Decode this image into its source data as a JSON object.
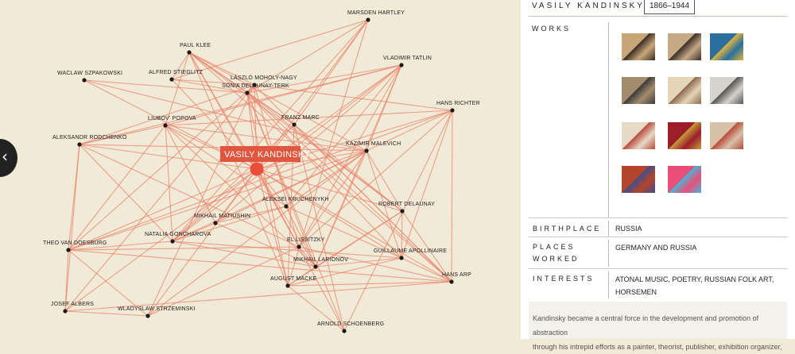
{
  "network": {
    "focus": "VASILY KANDINSKY",
    "nodes": [
      {
        "id": "marsden_hartley",
        "label": "MARSDEN HARTLEY"
      },
      {
        "id": "paul_klee",
        "label": "PAUL KLEE"
      },
      {
        "id": "moholy_nagy",
        "label": "LÁSZLÓ MOHOLY-NAGY"
      },
      {
        "id": "tatlin",
        "label": "VLADIMIR TATLIN"
      },
      {
        "id": "szpakowski",
        "label": "WACLAW SZPAKOWSKI"
      },
      {
        "id": "stieglitz",
        "label": "ALFRED STIEGLITZ"
      },
      {
        "id": "delaunay_terk",
        "label": "SONIA DELAUNAY-TERK"
      },
      {
        "id": "hans_richter",
        "label": "HANS RICHTER"
      },
      {
        "id": "popova",
        "label": "LIUBOV' POPOVA"
      },
      {
        "id": "franz_marc",
        "label": "FRANZ MARC"
      },
      {
        "id": "rodchenko",
        "label": "ALEKSANDR RODCHENKO"
      },
      {
        "id": "malevich",
        "label": "KAZIMIR MALEVICH"
      },
      {
        "id": "kruchenykh",
        "label": "ALEKSEI KRUCHENYKH"
      },
      {
        "id": "robert_delaunay",
        "label": "ROBERT DELAUNAY"
      },
      {
        "id": "matiushin",
        "label": "MIKHAIL MATIUSHIN"
      },
      {
        "id": "goncharova",
        "label": "NATALIA GONCHAROVA"
      },
      {
        "id": "van_doesburg",
        "label": "THEO VAN DOESBURG"
      },
      {
        "id": "lissitzky",
        "label": "EL LISSITZKY"
      },
      {
        "id": "apollinaire",
        "label": "GUILLAUME APOLLINAIRE"
      },
      {
        "id": "larionov",
        "label": "MIKHAIL LARIONOV"
      },
      {
        "id": "hans_arp",
        "label": "HANS ARP"
      },
      {
        "id": "august_macke",
        "label": "AUGUST MACKE"
      },
      {
        "id": "josef_albers",
        "label": "JOSEF ALBERS"
      },
      {
        "id": "strzeminski",
        "label": "WLADYSLAW STRZEMINSKI"
      },
      {
        "id": "schoenberg",
        "label": "ARNOLD SCHOENBERG"
      }
    ],
    "edges": [
      [
        "kandinsky",
        "marsden_hartley"
      ],
      [
        "kandinsky",
        "paul_klee"
      ],
      [
        "kandinsky",
        "moholy_nagy"
      ],
      [
        "kandinsky",
        "tatlin"
      ],
      [
        "kandinsky",
        "szpakowski"
      ],
      [
        "kandinsky",
        "stieglitz"
      ],
      [
        "kandinsky",
        "delaunay_terk"
      ],
      [
        "kandinsky",
        "hans_richter"
      ],
      [
        "kandinsky",
        "popova"
      ],
      [
        "kandinsky",
        "franz_marc"
      ],
      [
        "kandinsky",
        "rodchenko"
      ],
      [
        "kandinsky",
        "malevich"
      ],
      [
        "kandinsky",
        "kruchenykh"
      ],
      [
        "kandinsky",
        "robert_delaunay"
      ],
      [
        "kandinsky",
        "matiushin"
      ],
      [
        "kandinsky",
        "goncharova"
      ],
      [
        "kandinsky",
        "van_doesburg"
      ],
      [
        "kandinsky",
        "lissitzky"
      ],
      [
        "kandinsky",
        "apollinaire"
      ],
      [
        "kandinsky",
        "larionov"
      ],
      [
        "kandinsky",
        "hans_arp"
      ],
      [
        "kandinsky",
        "august_macke"
      ],
      [
        "kandinsky",
        "josef_albers"
      ],
      [
        "kandinsky",
        "strzeminski"
      ],
      [
        "kandinsky",
        "schoenberg"
      ],
      [
        "paul_klee",
        "delaunay_terk"
      ],
      [
        "paul_klee",
        "franz_marc"
      ],
      [
        "paul_klee",
        "moholy_nagy"
      ],
      [
        "paul_klee",
        "stieglitz"
      ],
      [
        "paul_klee",
        "malevich"
      ],
      [
        "paul_klee",
        "hans_arp"
      ],
      [
        "paul_klee",
        "august_macke"
      ],
      [
        "paul_klee",
        "lissitzky"
      ],
      [
        "paul_klee",
        "robert_delaunay"
      ],
      [
        "paul_klee",
        "popova"
      ],
      [
        "marsden_hartley",
        "stieglitz"
      ],
      [
        "marsden_hartley",
        "franz_marc"
      ],
      [
        "marsden_hartley",
        "delaunay_terk"
      ],
      [
        "marsden_hartley",
        "august_macke"
      ],
      [
        "marsden_hartley",
        "goncharova"
      ],
      [
        "tatlin",
        "popova"
      ],
      [
        "tatlin",
        "malevich"
      ],
      [
        "tatlin",
        "rodchenko"
      ],
      [
        "tatlin",
        "larionov"
      ],
      [
        "tatlin",
        "goncharova"
      ],
      [
        "tatlin",
        "lissitzky"
      ],
      [
        "tatlin",
        "kruchenykh"
      ],
      [
        "tatlin",
        "matiushin"
      ],
      [
        "tatlin",
        "delaunay_terk"
      ],
      [
        "hans_richter",
        "moholy_nagy"
      ],
      [
        "hans_richter",
        "van_doesburg"
      ],
      [
        "hans_richter",
        "hans_arp"
      ],
      [
        "hans_richter",
        "lissitzky"
      ],
      [
        "hans_richter",
        "malevich"
      ],
      [
        "hans_richter",
        "apollinaire"
      ],
      [
        "hans_richter",
        "popova"
      ],
      [
        "hans_richter",
        "schoenberg"
      ],
      [
        "popova",
        "malevich"
      ],
      [
        "popova",
        "rodchenko"
      ],
      [
        "popova",
        "kruchenykh"
      ],
      [
        "popova",
        "matiushin"
      ],
      [
        "popova",
        "van_doesburg"
      ],
      [
        "popova",
        "goncharova"
      ],
      [
        "popova",
        "larionov"
      ],
      [
        "franz_marc",
        "august_macke"
      ],
      [
        "franz_marc",
        "robert_delaunay"
      ],
      [
        "franz_marc",
        "delaunay_terk"
      ],
      [
        "franz_marc",
        "hans_arp"
      ],
      [
        "franz_marc",
        "goncharova"
      ],
      [
        "rodchenko",
        "malevich"
      ],
      [
        "rodchenko",
        "lissitzky"
      ],
      [
        "rodchenko",
        "van_doesburg"
      ],
      [
        "rodchenko",
        "goncharova"
      ],
      [
        "rodchenko",
        "josef_albers"
      ],
      [
        "rodchenko",
        "moholy_nagy"
      ],
      [
        "malevich",
        "kruchenykh"
      ],
      [
        "malevich",
        "matiushin"
      ],
      [
        "malevich",
        "goncharova"
      ],
      [
        "malevich",
        "larionov"
      ],
      [
        "malevich",
        "lissitzky"
      ],
      [
        "malevich",
        "strzeminski"
      ],
      [
        "malevich",
        "van_doesburg"
      ],
      [
        "malevich",
        "apollinaire"
      ],
      [
        "malevich",
        "robert_delaunay"
      ],
      [
        "malevich",
        "szpakowski"
      ],
      [
        "kruchenykh",
        "matiushin"
      ],
      [
        "kruchenykh",
        "goncharova"
      ],
      [
        "kruchenykh",
        "larionov"
      ],
      [
        "kruchenykh",
        "apollinaire"
      ],
      [
        "robert_delaunay",
        "delaunay_terk"
      ],
      [
        "robert_delaunay",
        "apollinaire"
      ],
      [
        "robert_delaunay",
        "august_macke"
      ],
      [
        "robert_delaunay",
        "hans_arp"
      ],
      [
        "robert_delaunay",
        "larionov"
      ],
      [
        "matiushin",
        "goncharova"
      ],
      [
        "matiushin",
        "larionov"
      ],
      [
        "goncharova",
        "larionov"
      ],
      [
        "goncharova",
        "apollinaire"
      ],
      [
        "goncharova",
        "van_doesburg"
      ],
      [
        "van_doesburg",
        "lissitzky"
      ],
      [
        "van_doesburg",
        "hans_arp"
      ],
      [
        "van_doesburg",
        "moholy_nagy"
      ],
      [
        "van_doesburg",
        "josef_albers"
      ],
      [
        "van_doesburg",
        "strzeminski"
      ],
      [
        "lissitzky",
        "moholy_nagy"
      ],
      [
        "lissitzky",
        "hans_arp"
      ],
      [
        "lissitzky",
        "strzeminski"
      ],
      [
        "lissitzky",
        "larionov"
      ],
      [
        "apollinaire",
        "delaunay_terk"
      ],
      [
        "apollinaire",
        "larionov"
      ],
      [
        "apollinaire",
        "hans_arp"
      ],
      [
        "apollinaire",
        "august_macke"
      ],
      [
        "hans_arp",
        "delaunay_terk"
      ],
      [
        "hans_arp",
        "moholy_nagy"
      ],
      [
        "hans_arp",
        "august_macke"
      ],
      [
        "hans_arp",
        "josef_albers"
      ],
      [
        "august_macke",
        "delaunay_terk"
      ],
      [
        "august_macke",
        "schoenberg"
      ],
      [
        "august_macke",
        "larionov"
      ],
      [
        "josef_albers",
        "moholy_nagy"
      ],
      [
        "josef_albers",
        "strzeminski"
      ],
      [
        "strzeminski",
        "moholy_nagy"
      ],
      [
        "szpakowski",
        "delaunay_terk"
      ],
      [
        "stieglitz",
        "delaunay_terk"
      ],
      [
        "stieglitz",
        "moholy_nagy"
      ],
      [
        "moholy_nagy",
        "delaunay_terk"
      ],
      [
        "delaunay_terk",
        "larionov"
      ],
      [
        "schoenberg",
        "delaunay_terk"
      ],
      [
        "schoenberg",
        "franz_marc"
      ]
    ]
  },
  "panel": {
    "name": "VASILY KANDINSKY",
    "years": "1866–1944",
    "works_label": "WORKS",
    "works": [
      {
        "colors": [
          "#c9a67a",
          "#3a2d22"
        ]
      },
      {
        "colors": [
          "#c6a987",
          "#3b2e24"
        ]
      },
      {
        "colors": [
          "#2a6f9e",
          "#e0b43a"
        ]
      },
      {
        "colors": [
          "#a38b6e",
          "#3b3b3b"
        ]
      },
      {
        "colors": [
          "#e4d4b8",
          "#8b6a4a"
        ]
      },
      {
        "colors": [
          "#d6d3cc",
          "#555555"
        ]
      },
      {
        "colors": [
          "#e6d9c5",
          "#b84a3a"
        ]
      },
      {
        "colors": [
          "#9b1e2a",
          "#c79b3c"
        ]
      },
      {
        "colors": [
          "#d8c2a7",
          "#b94b3b"
        ]
      },
      {
        "colors": [
          "#b5442d",
          "#3c4f8a"
        ]
      },
      {
        "colors": [
          "#e84f78",
          "#4bb3d6"
        ]
      }
    ],
    "birthplace_label": "BIRTHPLACE",
    "birthplace": "RUSSIA",
    "places_label_1": "PLACES",
    "places_label_2": "WORKED",
    "places": "GERMANY AND RUSSIA",
    "interests_label": "INTERESTS",
    "interests": "ATONAL MUSIC, POETRY, RUSSIAN FOLK ART, HORSEMEN",
    "description_1": "Kandinsky became a central force in the development and promotion of abstraction",
    "description_2": "through his intrepid efforts as a painter, theorist, publisher, exhibition organizer,"
  },
  "colors": {
    "accent": "#e0563f",
    "edge": "#e8836c",
    "background": "#f1ead6"
  }
}
